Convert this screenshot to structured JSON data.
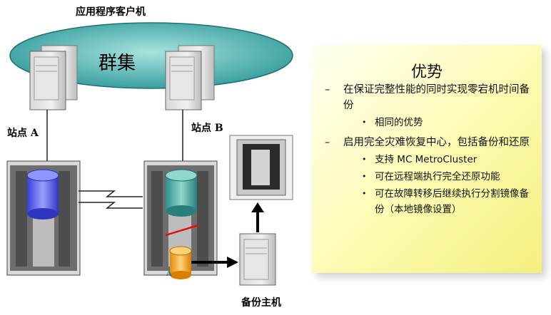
{
  "diagram": {
    "top_label": "应用程序客户机",
    "cluster_label": "群集",
    "site_a_label": "站点 A",
    "site_b_label": "站点 B",
    "backup_host_label": "备份主机",
    "small_mark": "A"
  },
  "panel": {
    "title": "优势",
    "items": [
      {
        "marker": "–",
        "text": "在保证完整性能的同时实现零宕机时间备份",
        "subitems": [
          {
            "marker": "•",
            "text": "相同的优势"
          }
        ]
      },
      {
        "marker": "–",
        "text": "启用完全灾难恢复中心，包括备份和还原",
        "subitems": [
          {
            "marker": "•",
            "text": "支持 MC MetroCluster"
          },
          {
            "marker": "•",
            "text": "可在远程端执行完全还原功能"
          },
          {
            "marker": "•",
            "text": "可在故障转移后继续执行分割镜像备份（本地镜像设置）"
          }
        ]
      }
    ]
  }
}
